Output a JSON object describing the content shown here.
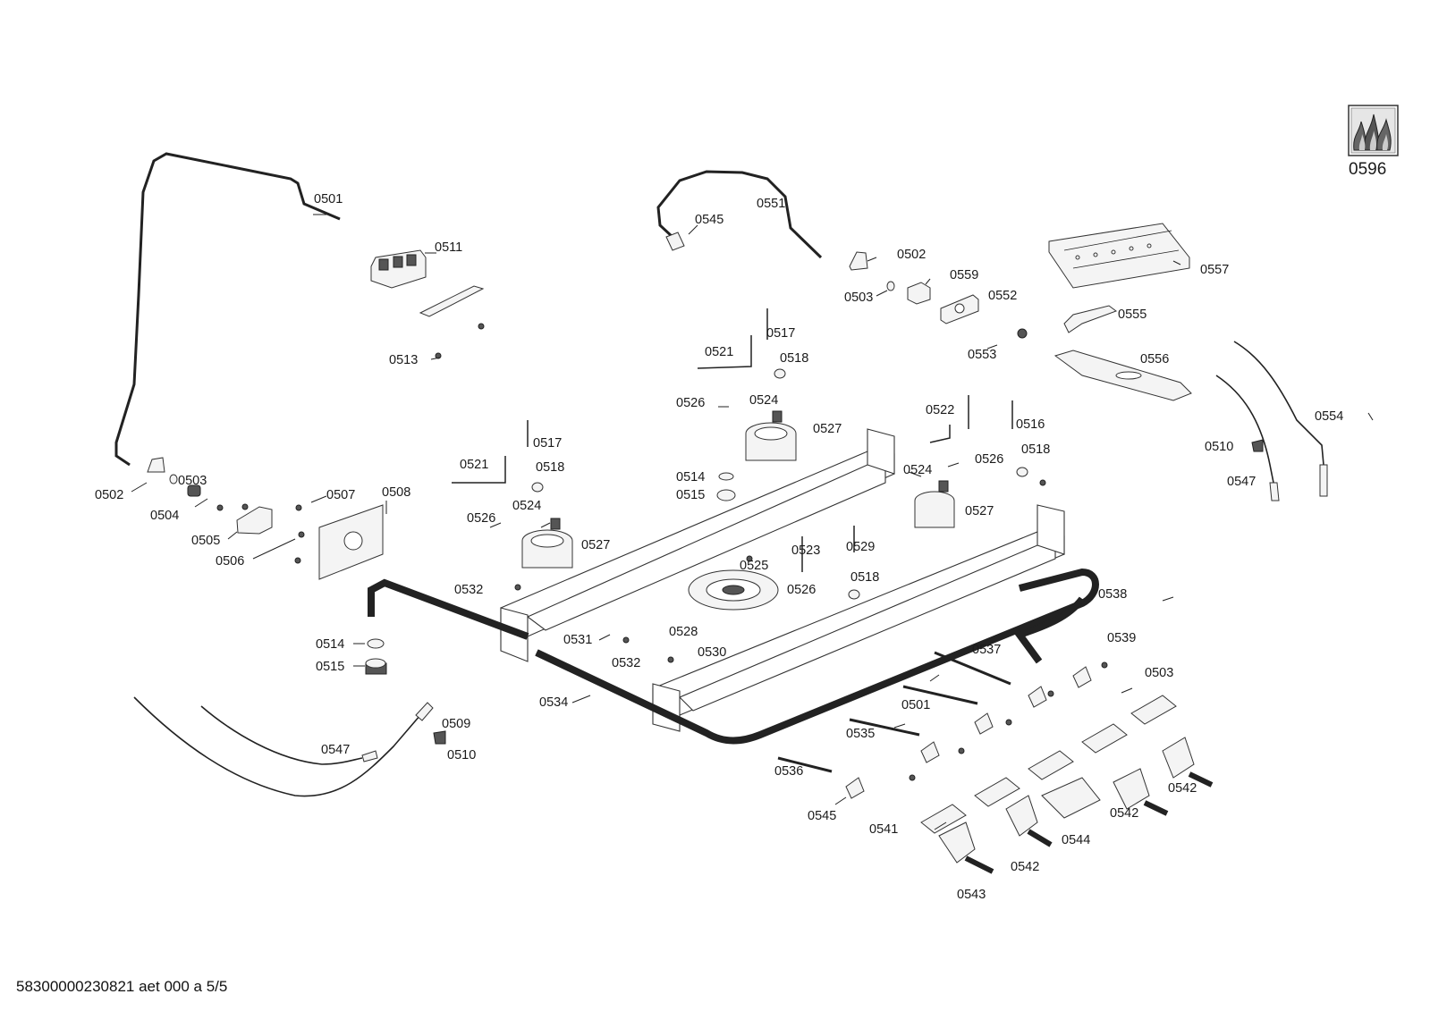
{
  "document": {
    "reference": "58300000230821 aet 000 a 5/5"
  },
  "badge": {
    "label": "0596",
    "icon": "gas-flame-icon"
  },
  "callouts": [
    "0501",
    "0511",
    "0513",
    "0502",
    "0503",
    "0504",
    "0505",
    "0506",
    "0507",
    "0508",
    "0514",
    "0515",
    "0547",
    "0509",
    "0510",
    "0551",
    "0545",
    "0502",
    "0503",
    "0559",
    "0552",
    "0553",
    "0557",
    "0555",
    "0556",
    "0554",
    "0510",
    "0547",
    "0521",
    "0517",
    "0518",
    "0526",
    "0524",
    "0527",
    "0521",
    "0517",
    "0518",
    "0526",
    "0524",
    "0527",
    "0514",
    "0515",
    "0522",
    "0516",
    "0518",
    "0524",
    "0526",
    "0527",
    "0525",
    "0523",
    "0529",
    "0526",
    "0518",
    "0528",
    "0530",
    "0531",
    "0532",
    "0532",
    "0534",
    "0538",
    "0537",
    "0539",
    "0503",
    "0501",
    "0535",
    "0536",
    "0545",
    "0541",
    "0542",
    "0542",
    "0542",
    "0543",
    "0544"
  ]
}
